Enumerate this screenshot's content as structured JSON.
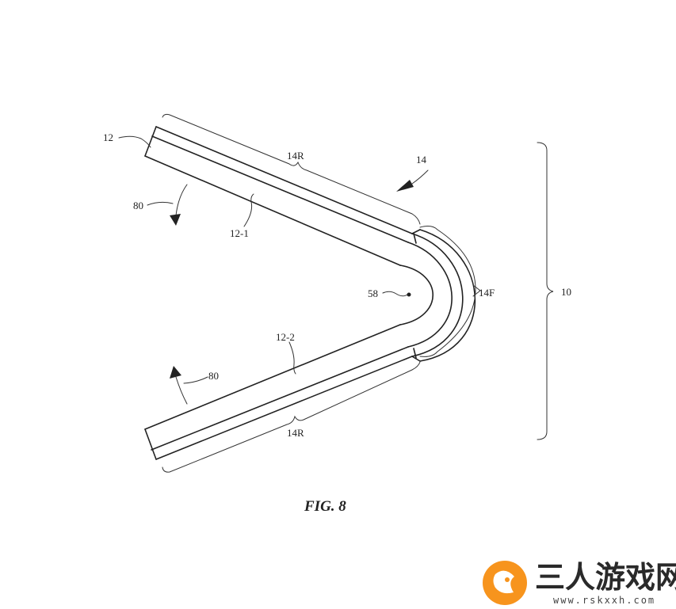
{
  "figure": {
    "caption": "FIG. 8",
    "labels": {
      "display": "12",
      "region": "14",
      "rigid_upper": "14R",
      "rigid_lower": "14R",
      "flexible": "14F",
      "device": "10",
      "axis": "58",
      "rotation_upper": "80",
      "rotation_lower": "80",
      "part_upper": "12-1",
      "part_lower": "12-2"
    }
  },
  "watermark": {
    "title": "三人游戏网",
    "url": "www.rskxxh.com",
    "brand_color": "#F7941D"
  }
}
